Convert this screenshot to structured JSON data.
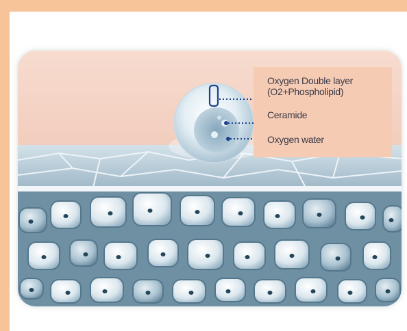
{
  "labels": {
    "oxygen_double_layer_line1": "Oxygen Double layer",
    "oxygen_double_layer_line2": "(O2+Phospholipid)",
    "ceramide": "Ceramide",
    "oxygen_water": "Oxygen water"
  },
  "colors": {
    "frame": "#f7c49a",
    "label_background": "#f6cbb4",
    "upper_background": "#f5d4c4",
    "skin_surface": "#bfd3e0",
    "cell_fill": "#dbe7ee",
    "cell_edge": "#6c8ea2",
    "nucleus": "#23455a",
    "indicator_line": "#1f3f8a"
  }
}
